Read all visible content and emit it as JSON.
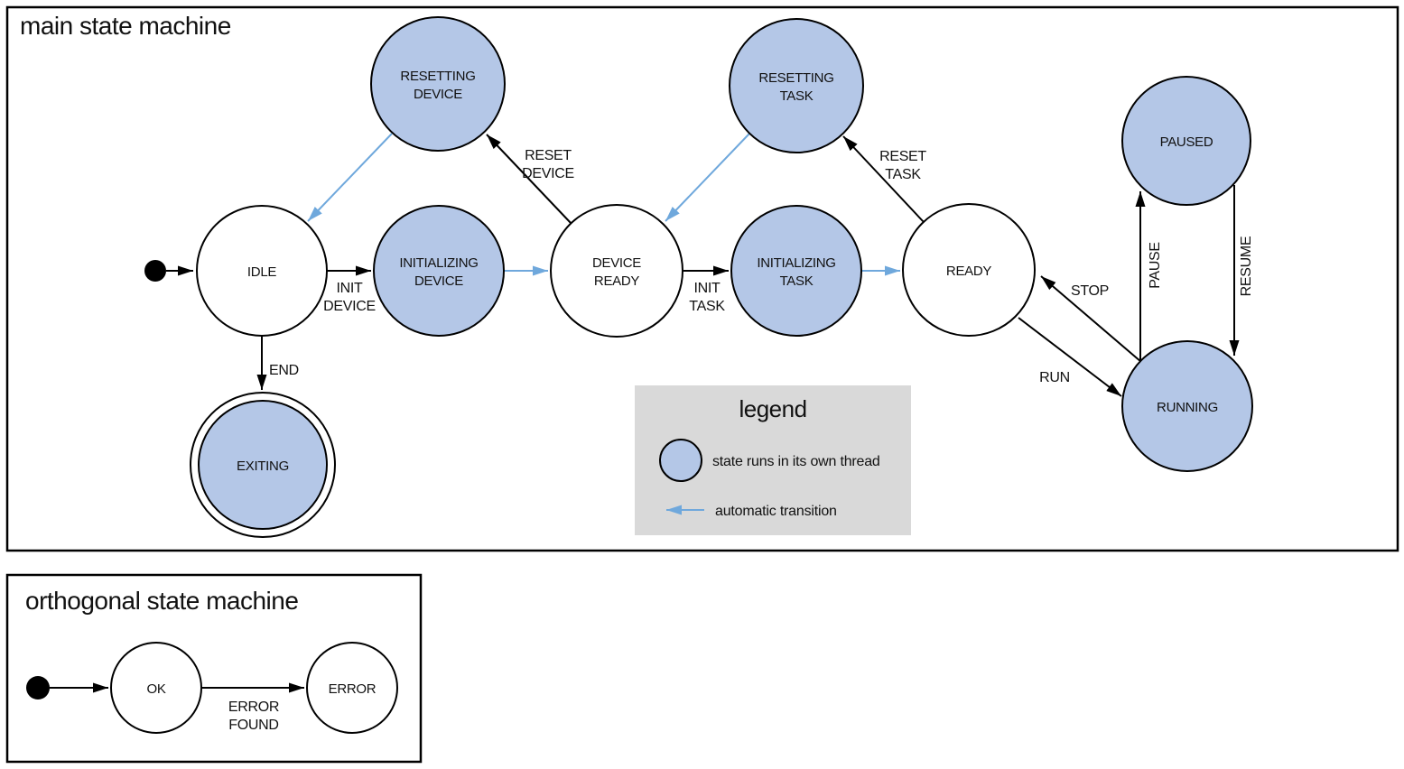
{
  "colors": {
    "threaded_state_fill": "#b4c7e7",
    "state_stroke": "#000000",
    "automatic_transition_arrow": "#6fa8dc",
    "normal_transition_arrow": "#000000",
    "legend_background": "#d9d9d9"
  },
  "main_machine": {
    "title": "main state machine",
    "states": {
      "idle": {
        "lines": [
          "IDLE"
        ],
        "threaded": false
      },
      "initializing_device": {
        "lines": [
          "INITIALIZING",
          "DEVICE"
        ],
        "threaded": true
      },
      "device_ready": {
        "lines": [
          "DEVICE",
          "READY"
        ],
        "threaded": false
      },
      "initializing_task": {
        "lines": [
          "INITIALIZING",
          "TASK"
        ],
        "threaded": true
      },
      "ready": {
        "lines": [
          "READY"
        ],
        "threaded": false
      },
      "resetting_device": {
        "lines": [
          "RESETTING",
          "DEVICE"
        ],
        "threaded": true
      },
      "resetting_task": {
        "lines": [
          "RESETTING",
          "TASK"
        ],
        "threaded": true
      },
      "paused": {
        "lines": [
          "PAUSED"
        ],
        "threaded": true
      },
      "running": {
        "lines": [
          "RUNNING"
        ],
        "threaded": true
      },
      "exiting": {
        "lines": [
          "EXITING"
        ],
        "threaded": true,
        "final": true
      }
    },
    "transitions": {
      "init_device": {
        "lines": [
          "INIT",
          "DEVICE"
        ]
      },
      "init_task": {
        "lines": [
          "INIT",
          "TASK"
        ]
      },
      "reset_device": {
        "lines": [
          "RESET",
          "DEVICE"
        ]
      },
      "reset_task": {
        "lines": [
          "RESET",
          "TASK"
        ]
      },
      "end": "END",
      "run": "RUN",
      "stop": "STOP",
      "pause": "PAUSE",
      "resume": "RESUME"
    }
  },
  "legend": {
    "title": "legend",
    "thread_item": "state runs in its own thread",
    "auto_item": "automatic transition"
  },
  "orthogonal_machine": {
    "title": "orthogonal state machine",
    "states": {
      "ok": {
        "lines": [
          "OK"
        ]
      },
      "error": {
        "lines": [
          "ERROR"
        ]
      }
    },
    "transitions": {
      "error_found": {
        "lines": [
          "ERROR",
          "FOUND"
        ]
      }
    }
  }
}
